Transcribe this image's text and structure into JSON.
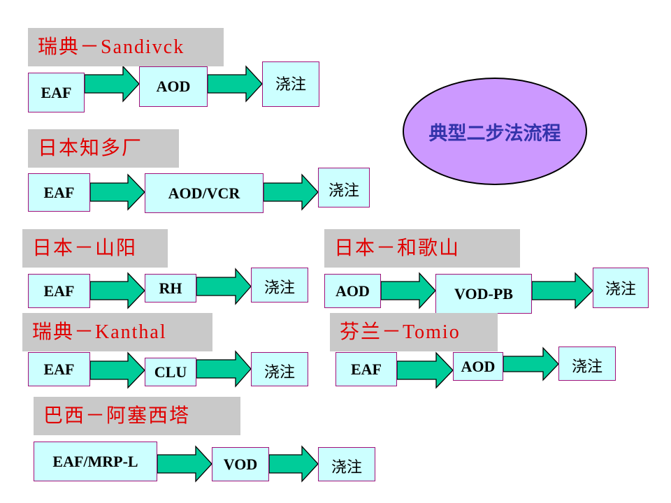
{
  "headers": {
    "sweden_sandvik": "瑞典－Sandivck",
    "japan_chita": "日本知多厂",
    "japan_sanyo": "日本－山阳",
    "japan_wakayama": "日本－和歌山",
    "sweden_kanthal": "瑞典－Kanthal",
    "finland_tornio": "芬兰－Tomio",
    "brazil_acesita": "巴西－阿塞西塔"
  },
  "process": {
    "sandvik": [
      "EAF",
      "AOD",
      "浇注"
    ],
    "chita": [
      "EAF",
      "AOD/VCR",
      "浇注"
    ],
    "sanyo": [
      "EAF",
      "RH",
      "浇注"
    ],
    "wakayama": [
      "AOD",
      "VOD-PB",
      "浇注"
    ],
    "kanthal": [
      "EAF",
      "CLU",
      "浇注"
    ],
    "tornio": [
      "EAF",
      "AOD",
      "浇注"
    ],
    "acesita": [
      "EAF/MRP-L",
      "VOD",
      "浇注"
    ]
  },
  "title": "典型二步法流程",
  "colors": {
    "header_bg": "#c9c9c9",
    "header_text": "#e00000",
    "box_fill": "#ccffff",
    "box_border": "#a0107a",
    "arrow": "#00cc99",
    "ellipse_fill": "#cc99ff",
    "ellipse_text": "#3333aa"
  }
}
